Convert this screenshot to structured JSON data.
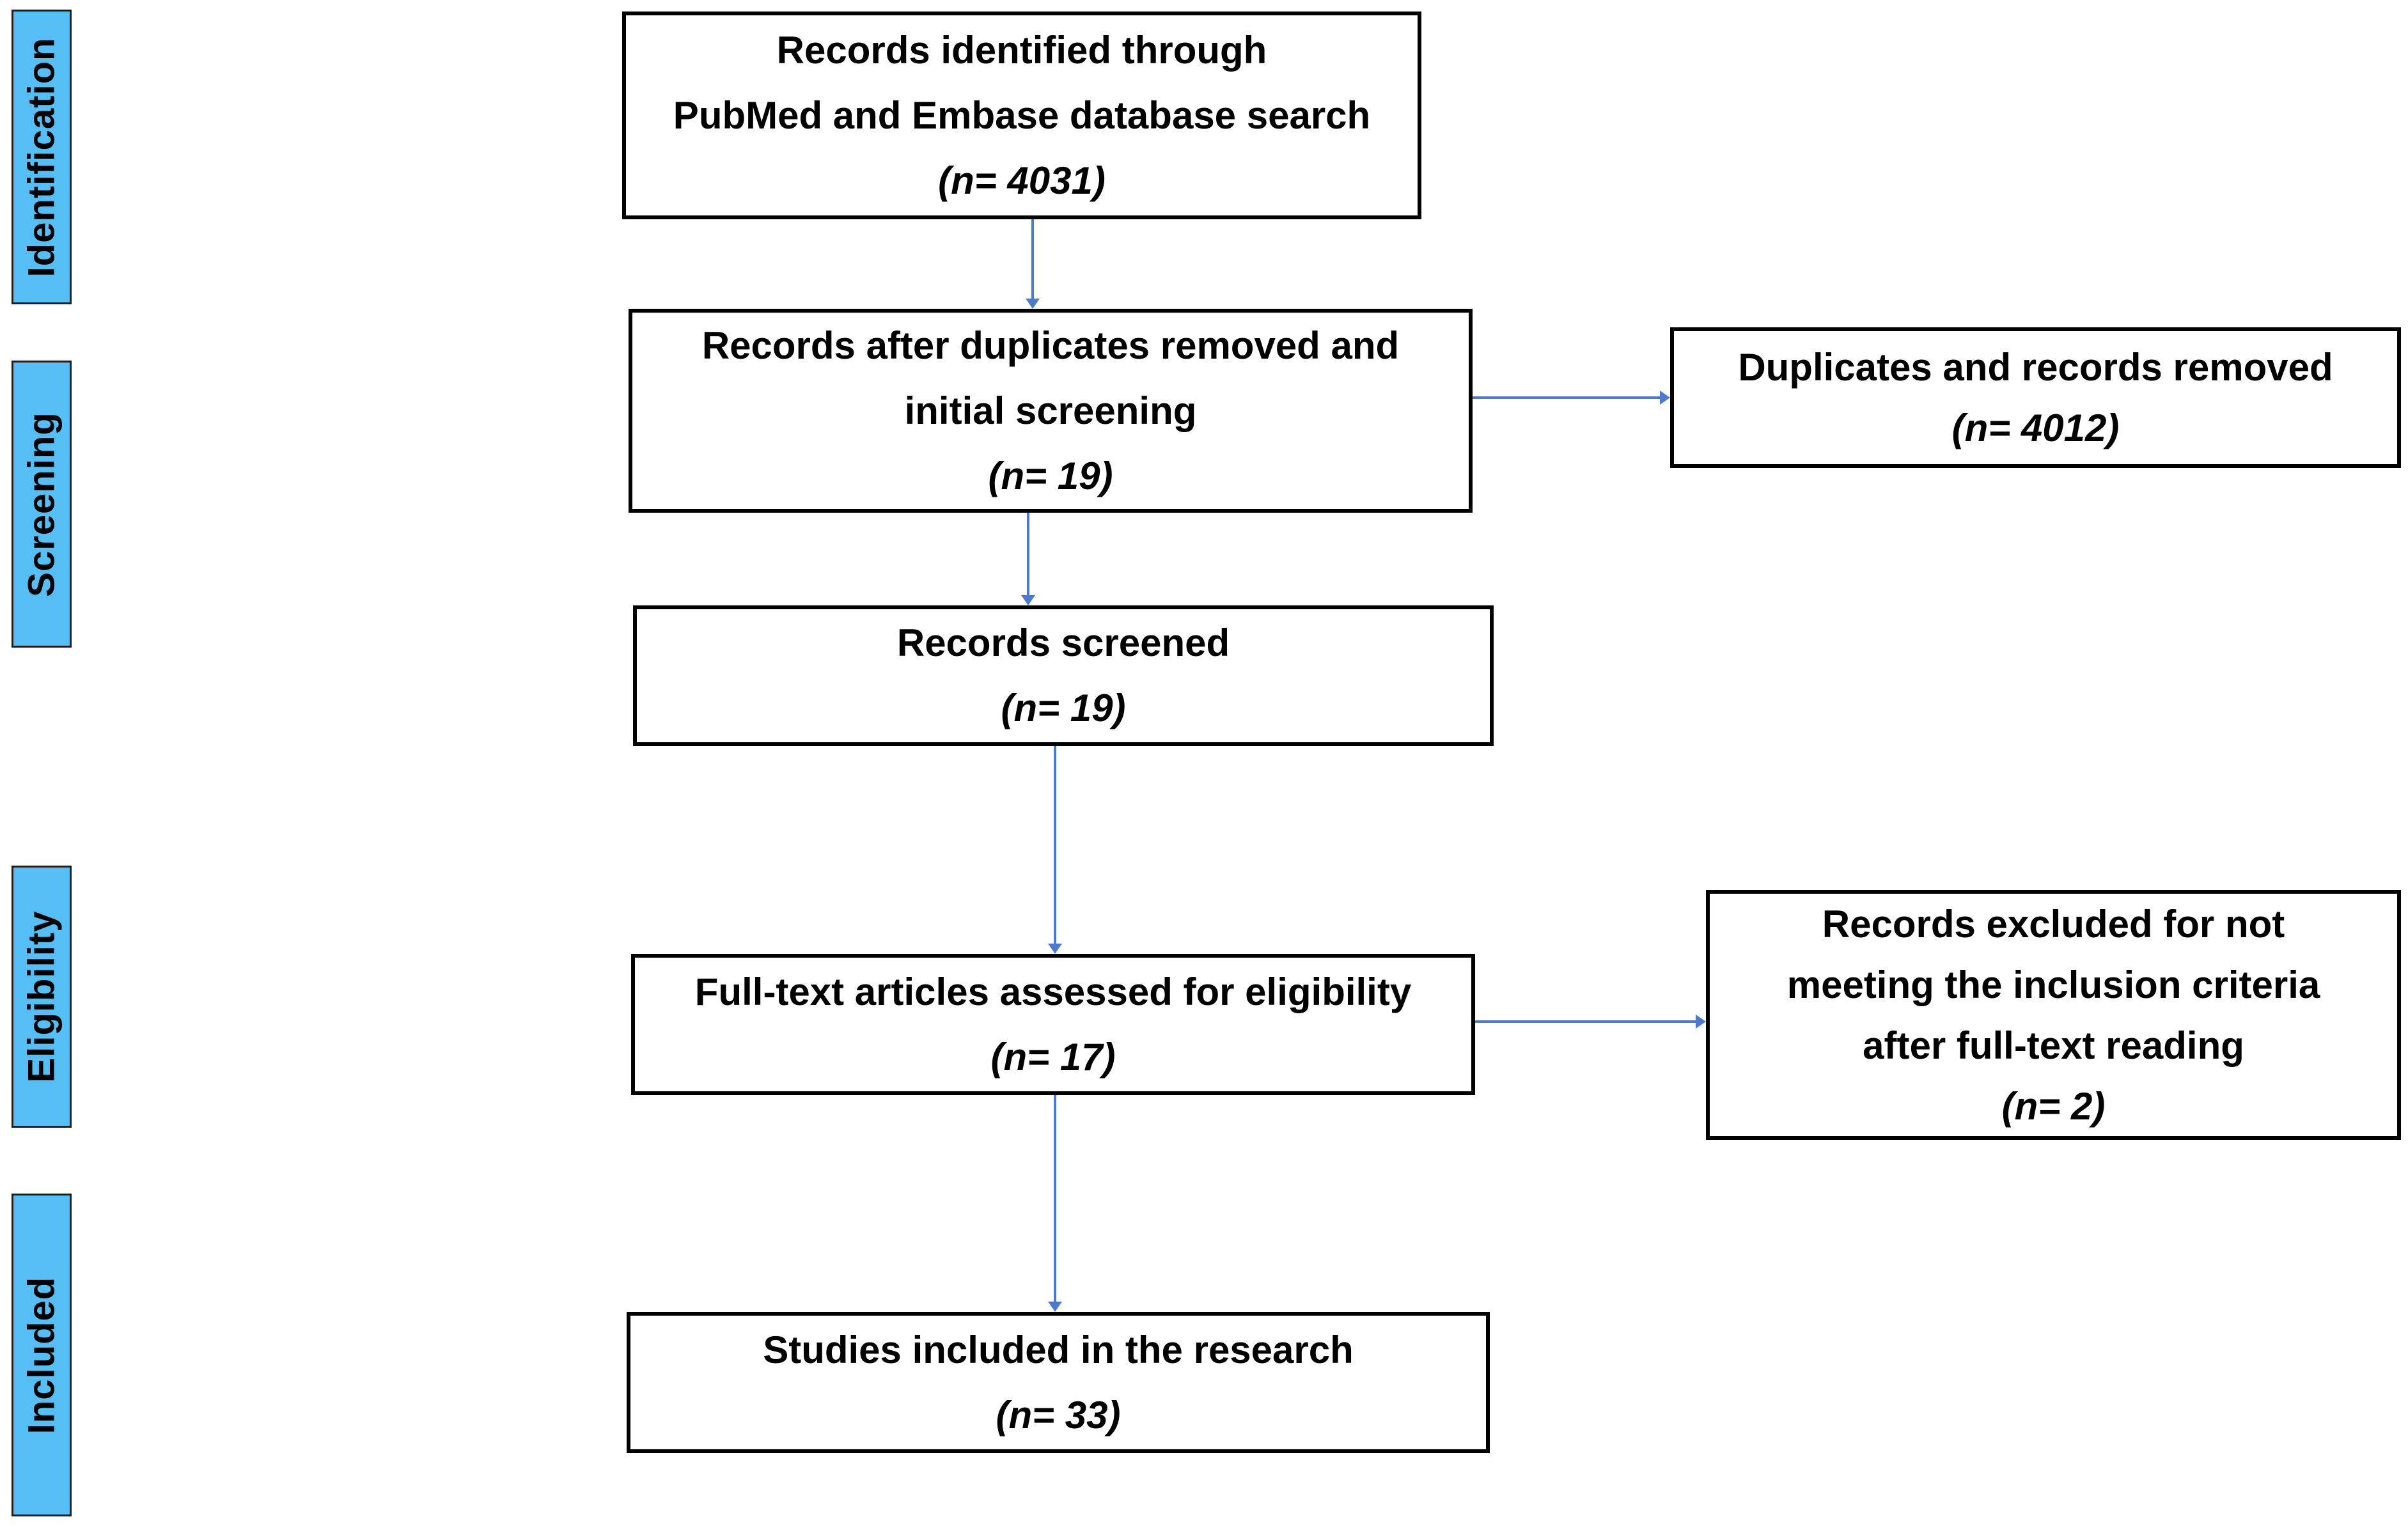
{
  "colors": {
    "sidebar_fill": "#55BEF4",
    "arrow": "#4D79CF",
    "box_border": "#000000",
    "text": "#000000"
  },
  "sidebar": {
    "labels": [
      {
        "label": "Identification"
      },
      {
        "label": "Screening"
      },
      {
        "label": "Eligibility"
      },
      {
        "label": "Included"
      }
    ]
  },
  "flow": {
    "main_boxes": [
      {
        "lines": [
          "Records identified through",
          "PubMed and Embase database search"
        ],
        "n": "(n= 4031)"
      },
      {
        "lines": [
          "Records after duplicates removed and",
          "initial screening"
        ],
        "n": "(n= 19)"
      },
      {
        "lines": [
          "Records screened"
        ],
        "n": "(n= 19)"
      },
      {
        "lines": [
          "Full-text articles assessed for eligibility"
        ],
        "n": "(n= 17)"
      },
      {
        "lines": [
          "Studies included in the research"
        ],
        "n": "(n= 33)"
      }
    ],
    "side_boxes": [
      {
        "lines": [
          "Duplicates and records removed"
        ],
        "n": "(n= 4012)"
      },
      {
        "lines": [
          "Records excluded for not",
          "meeting the inclusion criteria",
          "after full-text reading"
        ],
        "n": "(n= 2)"
      }
    ]
  }
}
